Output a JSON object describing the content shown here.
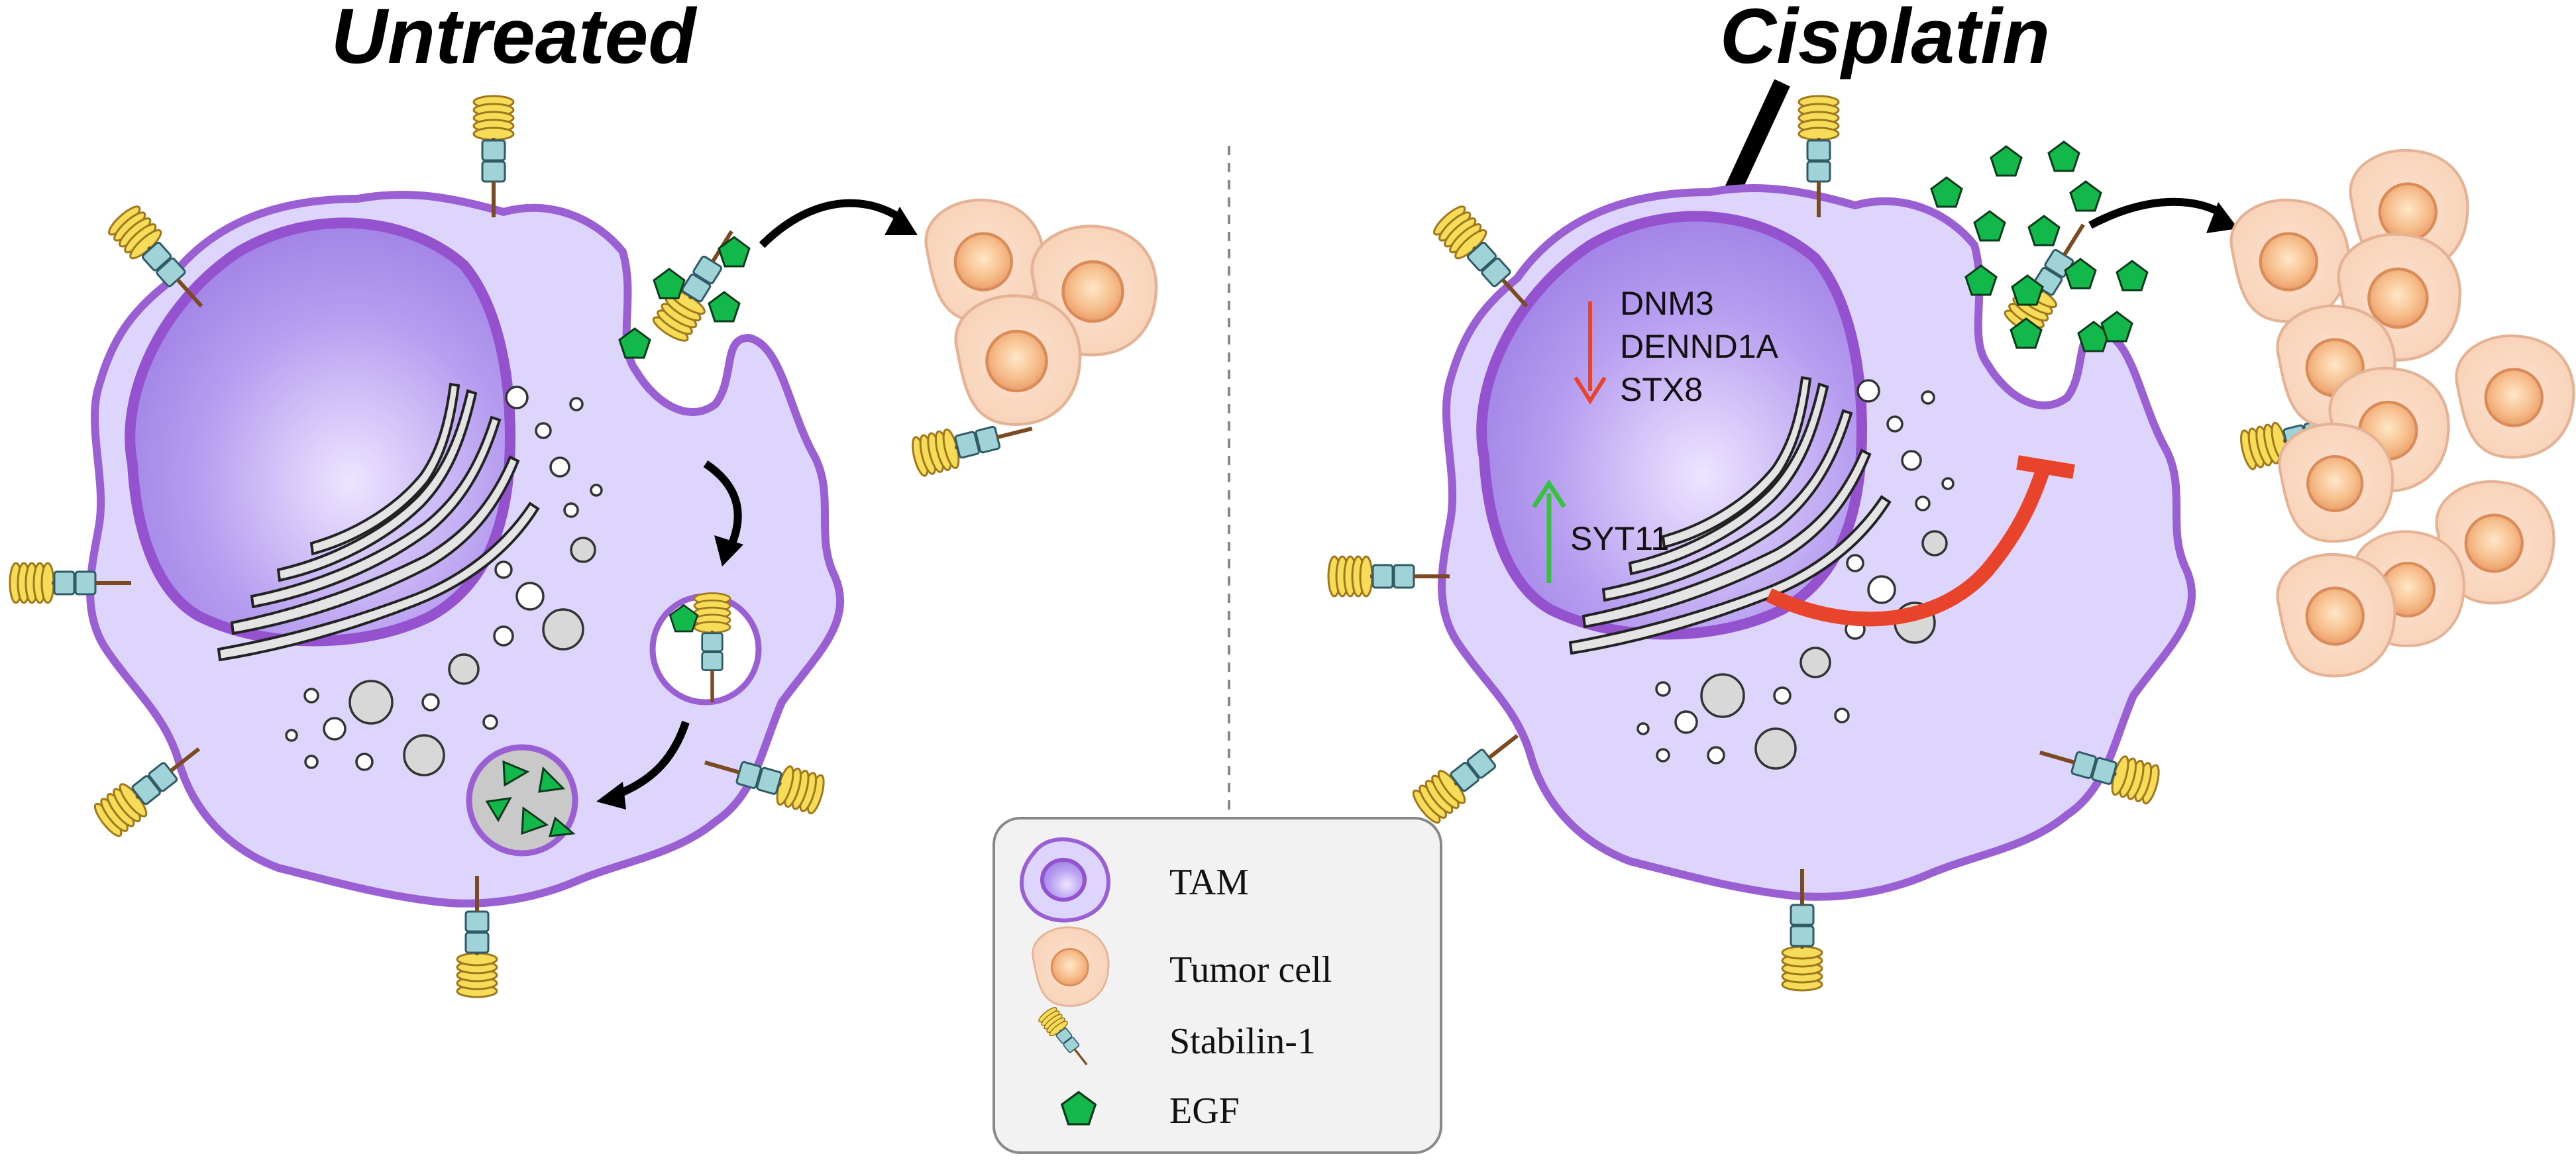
{
  "panels": [
    {
      "title": "Untreated"
    },
    {
      "title": "Cisplatin"
    }
  ],
  "cisplatin_genes": {
    "down": [
      "DNM3",
      "DENND1A",
      "STX8"
    ],
    "up": [
      "SYT11"
    ],
    "down_arrow_color": "#e8432b",
    "up_arrow_color": "#35c23f"
  },
  "legend": {
    "items": [
      {
        "label": "TAM",
        "icon": "tam-cell-icon"
      },
      {
        "label": "Tumor cell",
        "icon": "tumor-cell-icon"
      },
      {
        "label": "Stabilin-1",
        "icon": "stabilin-receptor-icon"
      },
      {
        "label": "EGF",
        "icon": "egf-pentagon-icon"
      }
    ]
  },
  "colors": {
    "tam_cytoplasm": "#ddd5fb",
    "tam_membrane": "#9a5fd3",
    "nucleus": "#a88fe8",
    "tumor_cell": "#fbdcc8",
    "egf": "#12b84a",
    "inhibition": "#e8432b",
    "receptor_coil": "#f0d24a",
    "receptor_body": "#9fd3d8"
  }
}
